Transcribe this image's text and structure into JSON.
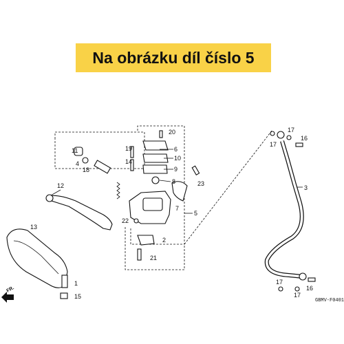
{
  "banner": {
    "text": "Na obrázku díl číslo 5",
    "background": "#f9d247"
  },
  "diagram": {
    "code": "GBMV-F0401",
    "direction_label": "FR.",
    "part_labels": [
      "1",
      "2",
      "3",
      "4",
      "5",
      "6",
      "7",
      "8",
      "9",
      "10",
      "11",
      "12",
      "13",
      "14",
      "15",
      "16",
      "16",
      "17",
      "17",
      "17",
      "17",
      "18",
      "19",
      "20",
      "21",
      "22",
      "23"
    ]
  }
}
